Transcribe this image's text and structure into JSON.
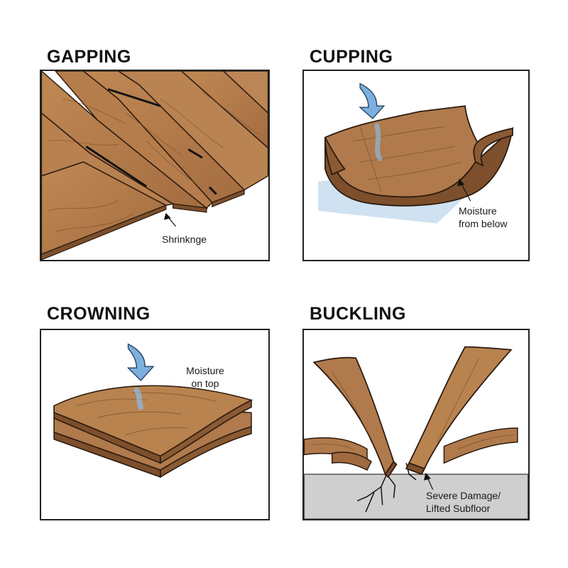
{
  "panels": {
    "gapping": {
      "title": "GAPPING",
      "labels": [
        "Shrinknge"
      ]
    },
    "cupping": {
      "title": "CUPPING",
      "labels": [
        "Moisture",
        "from below"
      ]
    },
    "crowning": {
      "title": "CROWNING",
      "labels": [
        "Moisture",
        "on top"
      ]
    },
    "buckling": {
      "title": "BUCKLING",
      "labels": [
        "Severe Damage/",
        "Lifted Subfloor"
      ]
    }
  },
  "colors": {
    "wood": "#b07a4c",
    "wood_dark": "#8a5a33",
    "outline": "#2b1a0e",
    "moisture": "#6fa6d6",
    "subfloor": "#cfcfcf"
  }
}
